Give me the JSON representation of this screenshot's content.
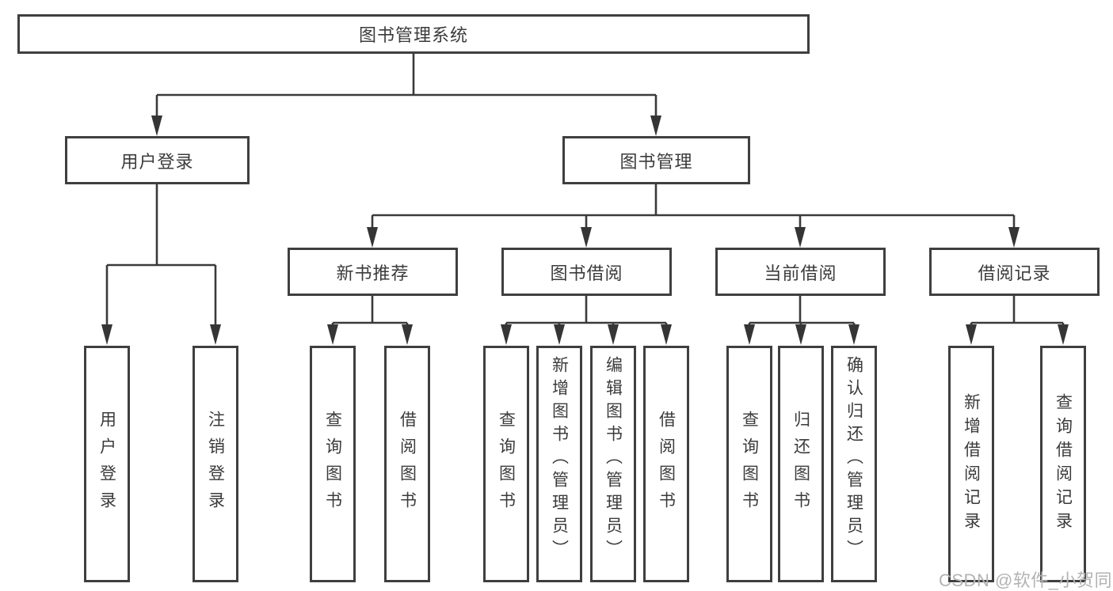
{
  "colors": {
    "line": "#3a3a3a",
    "box_border": "#3f3f3f",
    "text": "#3b3b3b",
    "watermark": "#b3b3b3",
    "background": "#ffffff"
  },
  "watermark": "CSDN @软件_小贺同学",
  "tree": {
    "root": "图书管理系统",
    "user_login": {
      "label": "用户登录",
      "children": [
        "用户登录",
        "注销登录"
      ]
    },
    "book_mgmt": {
      "label": "图书管理",
      "groups": [
        {
          "label": "新书推荐",
          "children": [
            "查询图书",
            "借阅图书"
          ]
        },
        {
          "label": "图书借阅",
          "children": [
            "查询图书",
            "新增图书（管理员）",
            "编辑图书（管理员）",
            "借阅图书"
          ]
        },
        {
          "label": "当前借阅",
          "children": [
            "查询图书",
            "归还图书",
            "确认归还（管理员）"
          ]
        },
        {
          "label": "借阅记录",
          "children": [
            "新增借阅记录",
            "查询借阅记录"
          ]
        }
      ]
    }
  }
}
